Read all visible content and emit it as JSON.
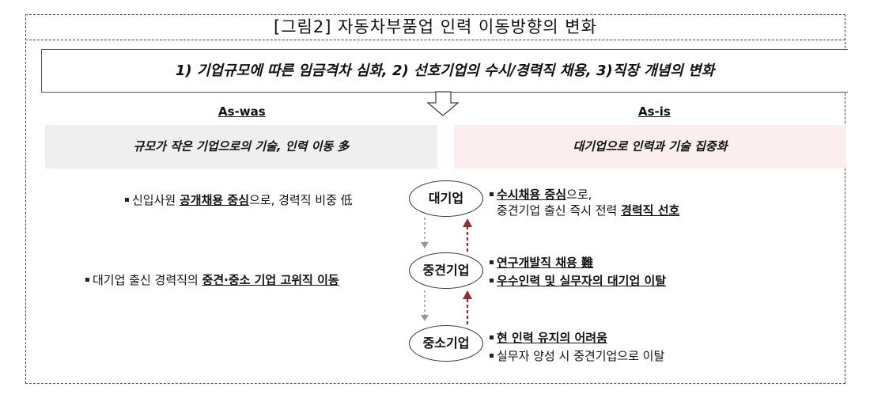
{
  "title": "[그림2] 자동차부품업 인력 이동방향의 변화",
  "banner": "1) 기업규모에 따른 임금격차 심화, 2) 선호기업의 수시/경력직 채용, 3)직장 개념의 변화",
  "columns": {
    "left": {
      "heading": "As-was",
      "panel": "규모가 작은 기업으로의 기술, 인력 이동 多"
    },
    "right": {
      "heading": "As-is",
      "panel": "대기업으로 인력과 기술 집중화"
    }
  },
  "nodes": {
    "large": "대기업",
    "mid": "중견기업",
    "small": "중소기업"
  },
  "left_notes": {
    "note1": {
      "pre": "신입사원 ",
      "emph": "공개채용 중심",
      "post": "으로, 경력직 비중 低"
    },
    "note2": {
      "pre": "대기업 출신 경력직의 ",
      "emph": "중견·중소 기업 고위직 이동"
    }
  },
  "right_notes": {
    "large": {
      "line1_emph": "수시채용 중심",
      "line1_post": "으로,",
      "line2_pre": "중견기업 출신 즉시 전력 ",
      "line2_emph": "경력직 선호"
    },
    "mid": {
      "item1": "연구개발직 채용 難",
      "item2": "우수인력 및 실무자의 대기업 이탈"
    },
    "small": {
      "item1": "현 인력 유지의 어려움",
      "item2": "실무자 양성 시 중견기업으로  이탈"
    }
  },
  "colors": {
    "down_arrow": "#999999",
    "up_arrow": "#9b2b2b",
    "left_panel": "#efefef",
    "right_panel": "#fbeeee"
  }
}
